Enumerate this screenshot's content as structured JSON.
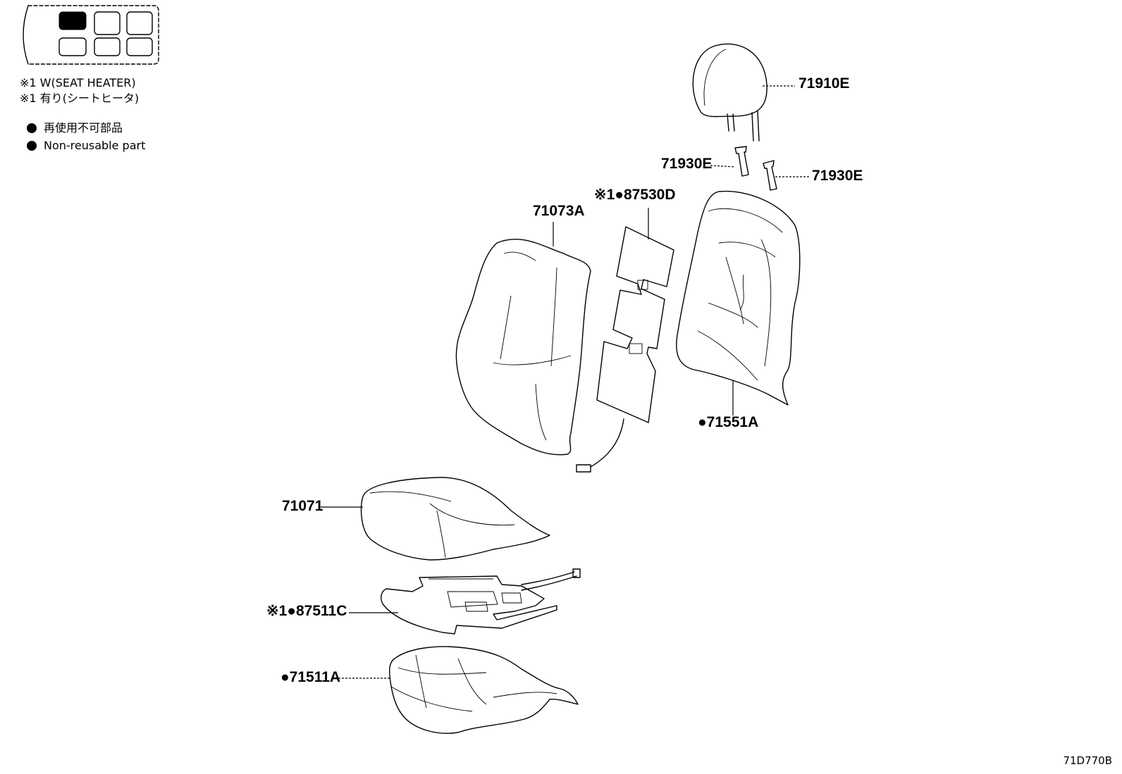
{
  "notes": {
    "heater_en": "※1 W(SEAT HEATER)",
    "heater_ja": "※1 有り(シートヒータ)",
    "nonreusable_ja": "再使用不可部品",
    "nonreusable_en": "Non-reusable part"
  },
  "parts": [
    {
      "id": "headrest",
      "label": "71910E"
    },
    {
      "id": "support-left",
      "label": "71930E"
    },
    {
      "id": "support-right",
      "label": "71930E"
    },
    {
      "id": "back-heater",
      "label": "※1●87530D"
    },
    {
      "id": "back-pad",
      "label": "71073A"
    },
    {
      "id": "back-cover",
      "label": "●71551A"
    },
    {
      "id": "cushion-pad",
      "label": "71071"
    },
    {
      "id": "cushion-heater",
      "label": "※1●87511C"
    },
    {
      "id": "cushion-cover",
      "label": "●71511A"
    }
  ],
  "document_id": "71D770B"
}
